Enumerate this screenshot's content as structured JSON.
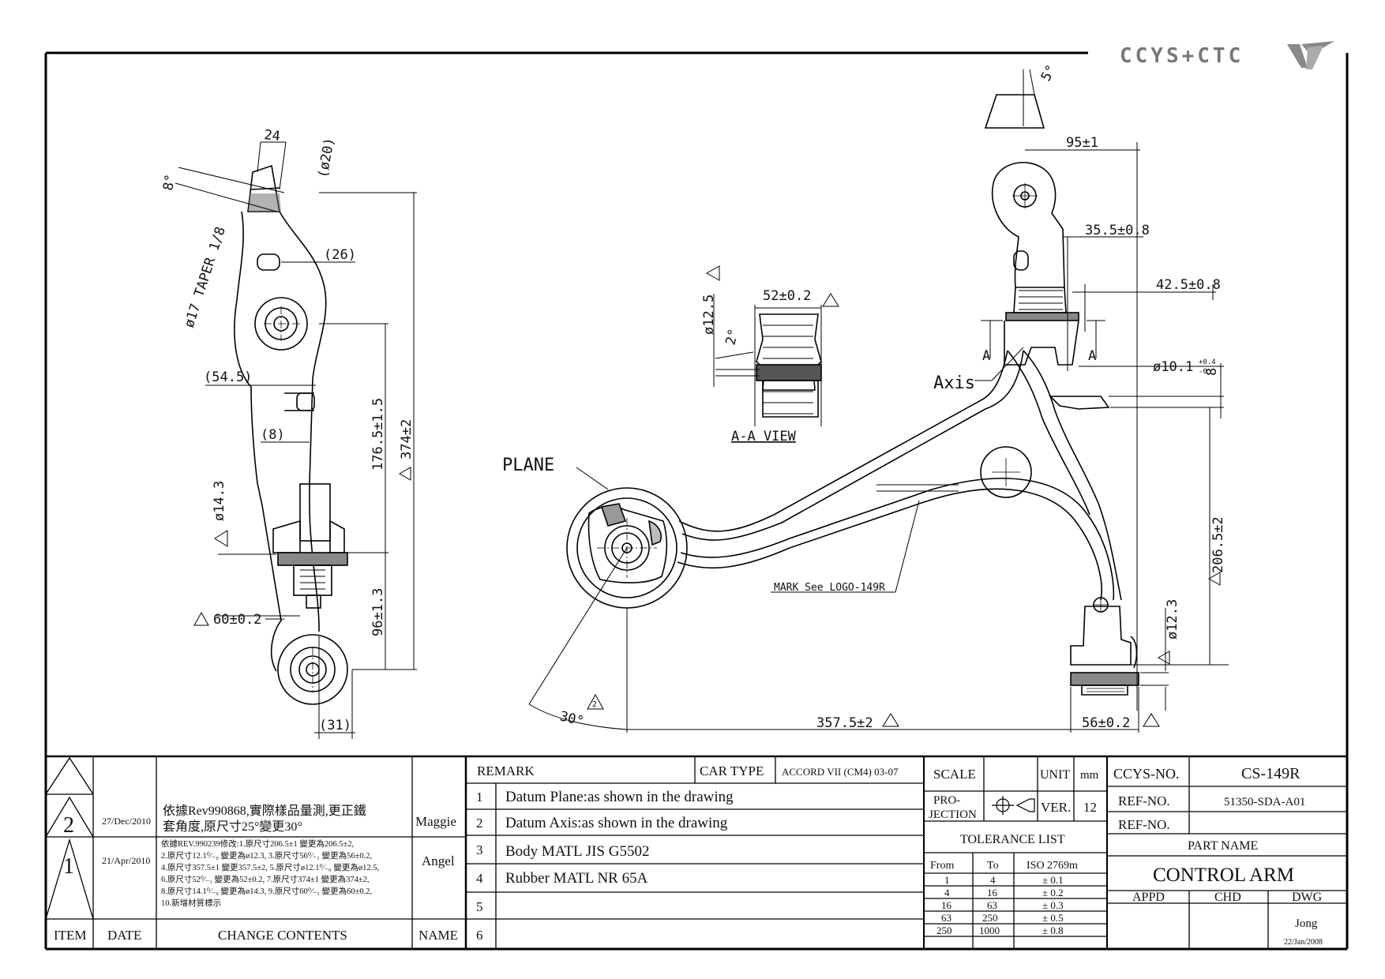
{
  "logo": {
    "text": "CCYS+CTC"
  },
  "views": {
    "side": {
      "dims": {
        "d24": "24",
        "phi20": "(ø20)",
        "angle8": "8°",
        "taper": "ø17 TAPER 1/8",
        "d26": "(26)",
        "d545": "(54.5)",
        "d8": "(8)",
        "phi143": "ø14.3",
        "d1765": "176.5±1.5",
        "d374": "374±2",
        "d96": "96±1.3",
        "d60": "60±0.2",
        "d31": "(31)"
      }
    },
    "section": {
      "dims": {
        "phi125": "ø12.5",
        "d52": "52±0.2",
        "angle2": "2°",
        "title": "A-A VIEW"
      }
    },
    "top": {
      "labels": {
        "plane": "PLANE",
        "axis": "Axis",
        "mark": "MARK See LOGO-149R",
        "sectionA": "A"
      },
      "dims": {
        "angle5": "5°",
        "d95": "95±1",
        "d355": "35.5±0.8",
        "d425": "42.5±0.8",
        "phi101": "ø10.1",
        "tol101_up": "+0.4",
        "tol101_dn": "-0",
        "d8": "8",
        "d2065": "206.5±2",
        "phi123": "ø12.3",
        "angle30": "30°",
        "d3575": "357.5±2",
        "d56": "56±0.2",
        "rev2": "2"
      }
    }
  },
  "title_block": {
    "revisions": {
      "headers": {
        "item": "ITEM",
        "date": "DATE",
        "contents": "CHANGE CONTENTS",
        "name": "NAME"
      },
      "rows": [
        {
          "num": "2",
          "date": "27/Dec/2010",
          "contents": [
            "依據Rev990868,實際樣品量測,更正鐵",
            "套角度,原尺寸25°變更30°"
          ],
          "name": "Maggie"
        },
        {
          "num": "1",
          "date": "21/Apr/2010",
          "contents": [
            "依據REV.990239修改:1.原尺寸206.5±1 變更為206.5±2,",
            "2.原尺寸12.1⁰⁄₋₀ 變更為ø12.3, 3.原尺寸56⁰⁄₋₁ 變更為56±0.2,",
            "4.原尺寸357.5±1 變更357.5±2, 5.原尺寸ø12.1⁰⁄₋₀ 變更為ø12.5,",
            "6.原尺寸52⁰⁄₋₁ 變更為52±0.2, 7.原尺寸374±1 變更為374±2,",
            "8.原尺寸14.1⁰⁄₋₀ 變更為ø14.3, 9.原尺寸60⁰⁄₋₁ 變更為60±0.2,",
            "10.新增材質標示"
          ],
          "name": "Angel"
        }
      ]
    },
    "remarks": {
      "header": "REMARK",
      "items": [
        {
          "n": "1",
          "text": "Datum Plane:as shown in the drawing"
        },
        {
          "n": "2",
          "text": "Datum Axis:as shown in the drawing"
        },
        {
          "n": "3",
          "text": "Body MATL JIS G5502"
        },
        {
          "n": "4",
          "text": "Rubber MATL NR 65A"
        },
        {
          "n": "5",
          "text": ""
        },
        {
          "n": "6",
          "text": ""
        }
      ]
    },
    "car_type": {
      "label": "CAR TYPE",
      "value": "ACCORD VII (CM4) 03-07"
    },
    "scale": {
      "label": "SCALE",
      "value": ""
    },
    "unit": {
      "label": "UNIT",
      "value": "mm"
    },
    "projection": {
      "label_1": "PRO-",
      "label_2": "JECTION"
    },
    "version": {
      "label": "VER.",
      "value": "12"
    },
    "tolerance": {
      "title": "TOLERANCE LIST",
      "headers": {
        "from": "From",
        "to": "To",
        "iso": "ISO 2769m"
      },
      "rows": [
        {
          "from": "1",
          "to": "4",
          "tol": "± 0.1"
        },
        {
          "from": "4",
          "to": "16",
          "tol": "± 0.2"
        },
        {
          "from": "16",
          "to": "63",
          "tol": "± 0.3"
        },
        {
          "from": "63",
          "to": "250",
          "tol": "± 0.5"
        },
        {
          "from": "250",
          "to": "1000",
          "tol": "± 0.8"
        }
      ]
    },
    "part": {
      "ccys_label": "CCYS-NO.",
      "ccys_value": "CS-149R",
      "ref_label": "REF-NO.",
      "ref_value": "51350-SDA-A01",
      "ref2_label": "REF-NO.",
      "ref2_value": "",
      "name_label": "PART NAME",
      "name_value": "CONTROL ARM",
      "appd": "APPD",
      "chd": "CHD",
      "dwg": "DWG",
      "drawer": "Jong",
      "date": "22/Jan/2008"
    }
  }
}
